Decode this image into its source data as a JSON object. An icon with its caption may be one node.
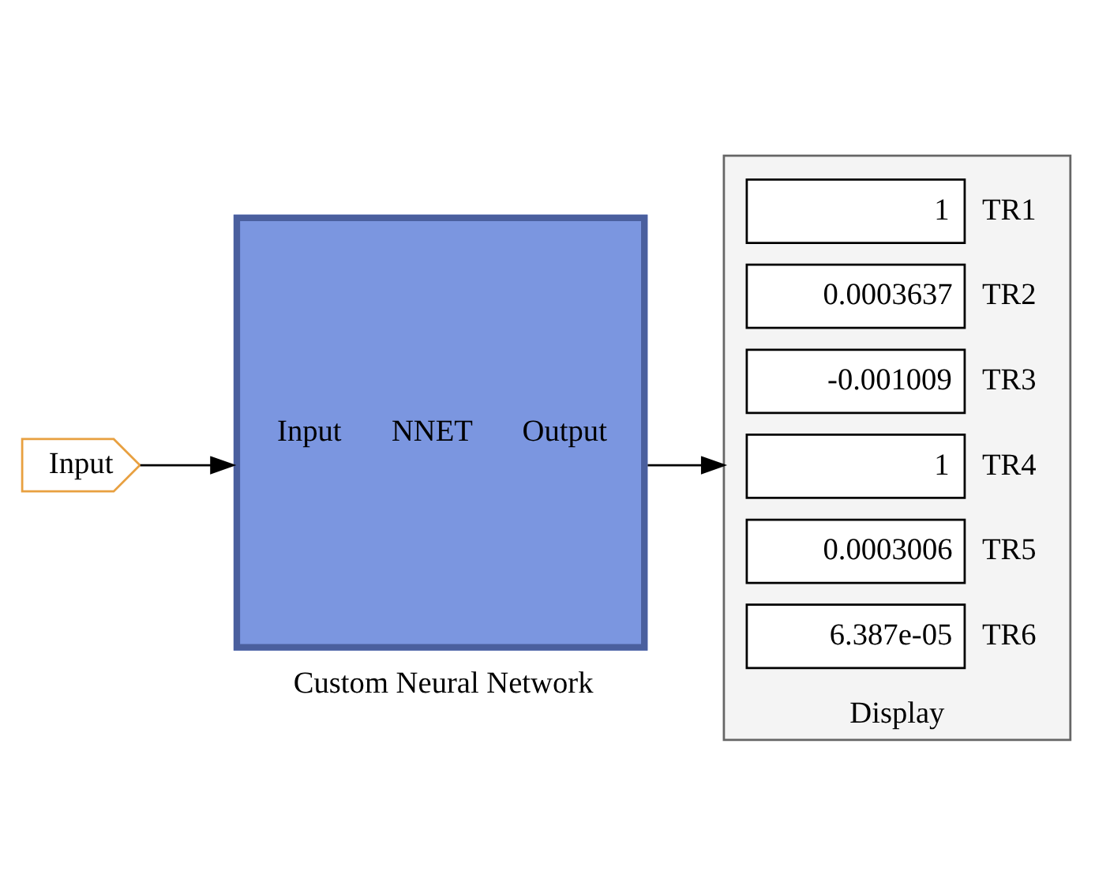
{
  "diagram": {
    "nodes": [
      {
        "text": [
          "Input"
        ]
      },
      {
        "text": [
          "Input",
          "NNET",
          "Output"
        ],
        "beside": [
          "Custom Neural Network"
        ]
      },
      {
        "text": [],
        "shape": "box",
        "beside": [
          "Display"
        ]
      },
      {
        "text": [
          "1"
        ],
        "in": 2,
        "beside": [
          "TR1"
        ]
      },
      {
        "text": [
          "0.0003637"
        ],
        "in": 2,
        "beside": [
          "TR2"
        ]
      },
      {
        "text": [
          "-0.001009"
        ],
        "in": 2,
        "beside": [
          "TR3"
        ]
      },
      {
        "text": [
          "1"
        ],
        "in": 2,
        "beside": [
          "TR4"
        ]
      },
      {
        "text": [
          "0.0003006"
        ],
        "in": 2,
        "beside": [
          "TR5"
        ]
      },
      {
        "text": [
          "6.387e-05"
        ],
        "in": 2,
        "beside": [
          "TR6"
        ]
      }
    ],
    "edges": [
      {
        "from": 0,
        "to": 1,
        "arrow": "to"
      },
      {
        "from": 1,
        "to": 2,
        "arrow": "to"
      }
    ]
  }
}
